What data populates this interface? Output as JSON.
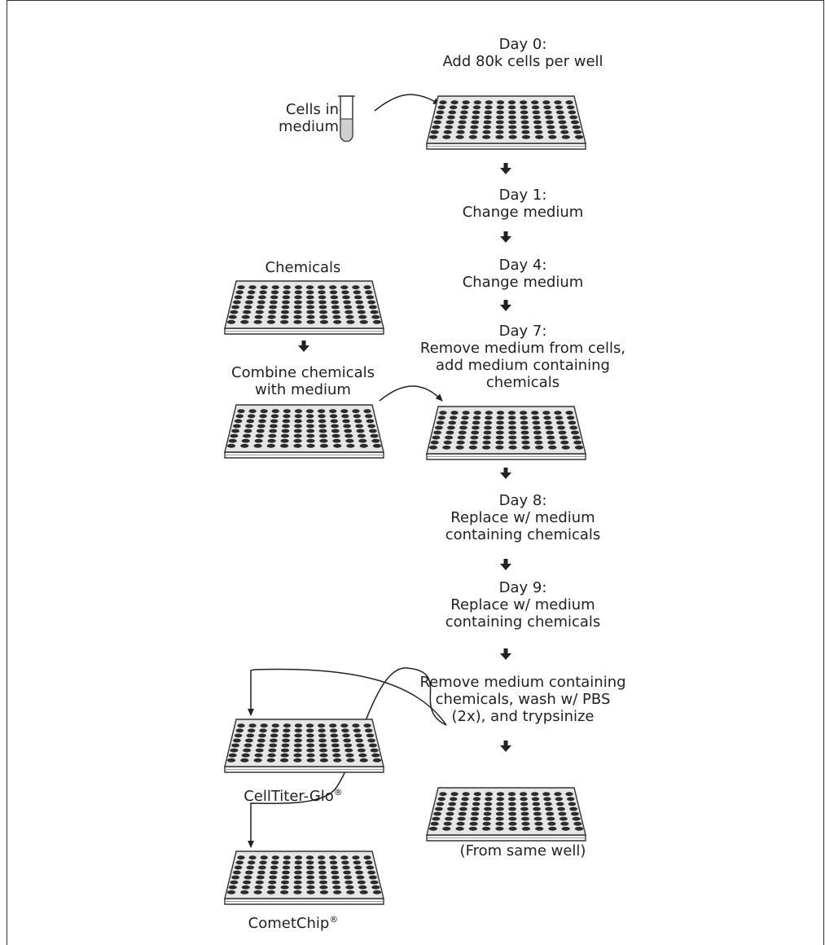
{
  "steps": {
    "day0": {
      "line1": "Day 0:",
      "line2": "Add 80k cells per well"
    },
    "day1": {
      "line1": "Day 1:",
      "line2": "Change medium"
    },
    "day4": {
      "line1": "Day 4:",
      "line2": "Change medium"
    },
    "day7": {
      "line1": "Day 7:",
      "line2": "Remove medium from cells,",
      "line3": "add medium containing",
      "line4": "chemicals"
    },
    "day8": {
      "line1": "Day 8:",
      "line2": "Replace w/ medium",
      "line3": "containing chemicals"
    },
    "day9": {
      "line1": "Day 9:",
      "line2": "Replace w/ medium",
      "line3": "containing chemicals"
    },
    "final": {
      "line1": "Remove medium containing",
      "line2": "chemicals, wash w/ PBS",
      "line3": "(2x), and trypsinize"
    }
  },
  "cells": {
    "line1": "Cells in",
    "line2": "medium"
  },
  "chemicals": {
    "label": "Chemicals",
    "combine_line1": "Combine chemicals",
    "combine_line2": "with medium"
  },
  "outputs": {
    "celltiter": "CellTiter-Glo",
    "cometchip": "CometChip",
    "registered_mark": "®",
    "same_well": "(From same well)"
  },
  "colors": {
    "well": "#2b2b2b",
    "plate_fill": "#e6e6e6",
    "plate_stroke": "#333333",
    "arrow": "#222222",
    "liquid": "#cfcfcf"
  }
}
